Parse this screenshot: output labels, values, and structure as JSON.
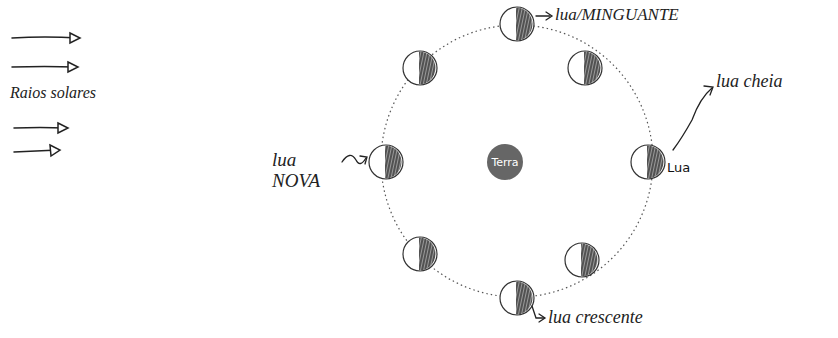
{
  "diagram": {
    "nodes": [
      {
        "text": [
          "Terra"
        ]
      },
      {
        "text": [
          "Lua"
        ]
      }
    ],
    "labels": [
      "Raios solares",
      "lua/MINGUANTE",
      "lua cheia",
      "lua NOVA",
      "lua crescente"
    ]
  }
}
